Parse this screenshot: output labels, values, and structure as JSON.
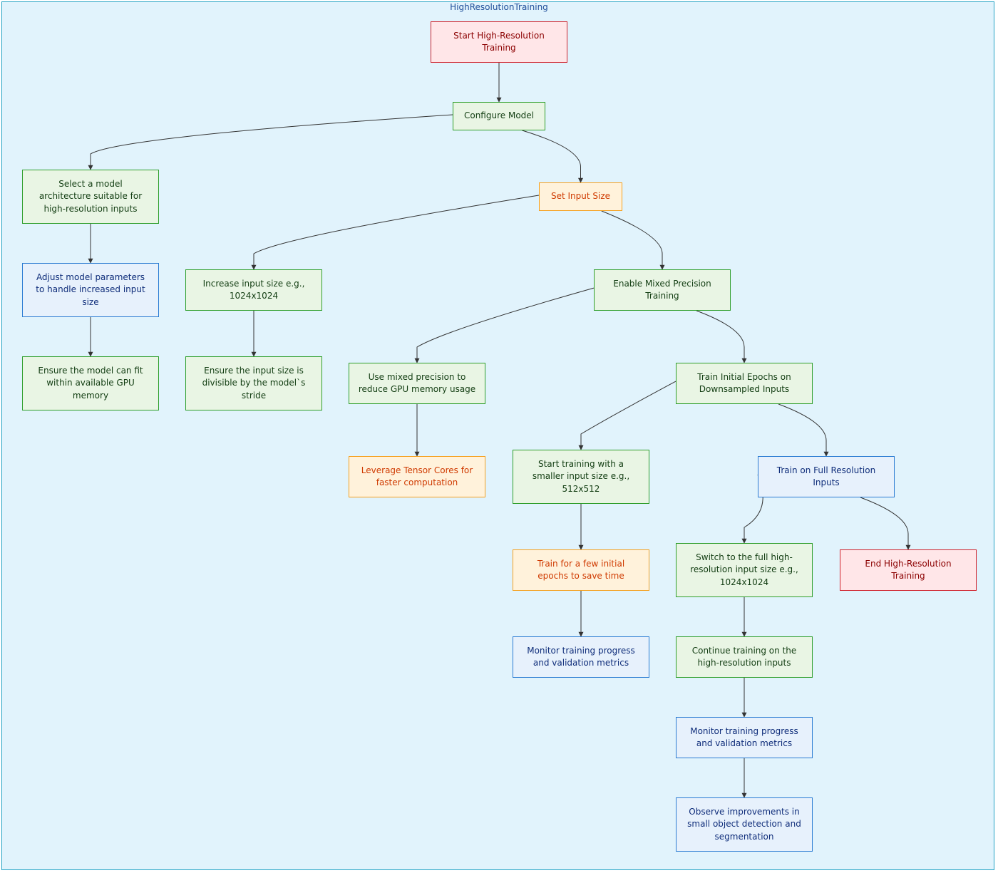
{
  "diagram": {
    "title": "HighResolutionTraining",
    "nodes": [
      {
        "id": "start",
        "label": "Start High-Resolution Training",
        "style": "start"
      },
      {
        "id": "configure",
        "label": "Configure Model",
        "style": "green"
      },
      {
        "id": "select_arch",
        "label": "Select a model architecture suitable for high-resolution inputs",
        "style": "green"
      },
      {
        "id": "set_input",
        "label": "Set Input Size",
        "style": "orange"
      },
      {
        "id": "adjust_params",
        "label": "Adjust model parameters to handle increased input size",
        "style": "blue"
      },
      {
        "id": "ensure_fit",
        "label": "Ensure the model can fit within available GPU memory",
        "style": "green"
      },
      {
        "id": "increase_input",
        "label": "Increase input size  e.g., 1024x1024",
        "style": "green"
      },
      {
        "id": "ensure_divisible",
        "label": "Ensure the input size is divisible by the model`s stride",
        "style": "green"
      },
      {
        "id": "mixed_precision",
        "label": "Enable Mixed Precision Training",
        "style": "green"
      },
      {
        "id": "use_mixed",
        "label": "Use mixed precision to reduce GPU memory usage",
        "style": "green"
      },
      {
        "id": "tensor_cores",
        "label": "Leverage Tensor Cores for faster computation",
        "style": "orange"
      },
      {
        "id": "train_initial",
        "label": "Train Initial Epochs on Downsampled Inputs",
        "style": "green"
      },
      {
        "id": "start_small",
        "label": "Start training with a smaller input size  e.g., 512x512",
        "style": "green"
      },
      {
        "id": "train_few",
        "label": "Train for a few initial epochs to save time",
        "style": "orange"
      },
      {
        "id": "monitor1",
        "label": "Monitor training progress and validation metrics",
        "style": "blue"
      },
      {
        "id": "train_full",
        "label": "Train on Full Resolution Inputs",
        "style": "blue"
      },
      {
        "id": "switch_full",
        "label": "Switch to the full high-resolution input size  e.g., 1024x1024",
        "style": "green"
      },
      {
        "id": "end",
        "label": "End High-Resolution Training",
        "style": "start"
      },
      {
        "id": "continue_training",
        "label": "Continue training on the high-resolution inputs",
        "style": "green"
      },
      {
        "id": "monitor2",
        "label": "Monitor training progress and validation metrics",
        "style": "blue"
      },
      {
        "id": "observe",
        "label": "Observe improvements in small object detection and segmentation",
        "style": "blue"
      }
    ],
    "edges": [
      {
        "from": "start",
        "to": "configure"
      },
      {
        "from": "configure",
        "to": "select_arch"
      },
      {
        "from": "configure",
        "to": "set_input"
      },
      {
        "from": "select_arch",
        "to": "adjust_params"
      },
      {
        "from": "adjust_params",
        "to": "ensure_fit"
      },
      {
        "from": "set_input",
        "to": "increase_input"
      },
      {
        "from": "set_input",
        "to": "mixed_precision"
      },
      {
        "from": "increase_input",
        "to": "ensure_divisible"
      },
      {
        "from": "mixed_precision",
        "to": "use_mixed"
      },
      {
        "from": "mixed_precision",
        "to": "train_initial"
      },
      {
        "from": "use_mixed",
        "to": "tensor_cores"
      },
      {
        "from": "train_initial",
        "to": "start_small"
      },
      {
        "from": "train_initial",
        "to": "train_full"
      },
      {
        "from": "start_small",
        "to": "train_few"
      },
      {
        "from": "train_few",
        "to": "monitor1"
      },
      {
        "from": "train_full",
        "to": "switch_full"
      },
      {
        "from": "train_full",
        "to": "end"
      },
      {
        "from": "switch_full",
        "to": "continue_training"
      },
      {
        "from": "continue_training",
        "to": "monitor2"
      },
      {
        "from": "monitor2",
        "to": "observe"
      }
    ]
  }
}
